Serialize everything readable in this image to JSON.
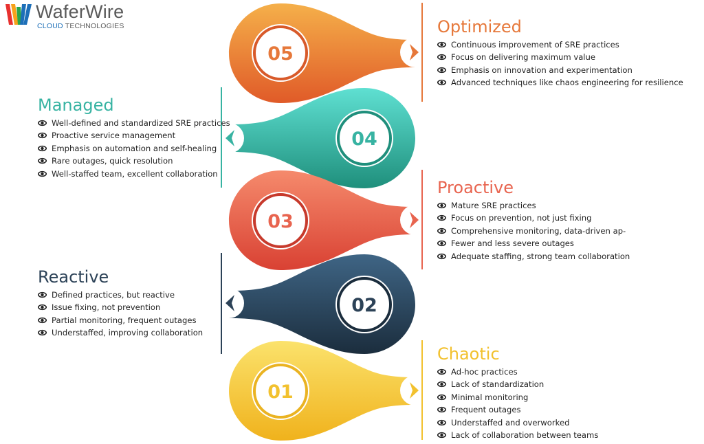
{
  "logo": {
    "name": "WaferWire",
    "sub_cloud": "CLOUD",
    "sub_tech": "TECHNOLOGIES",
    "colors": [
      "#e8312f",
      "#f6a21b",
      "#2aa74a",
      "#1d6fb8"
    ]
  },
  "stages": [
    {
      "number": "05",
      "title": "Optimized",
      "color": "#e6783a",
      "items": [
        "Continuous improvement of SRE practices",
        "Focus on delivering maximum value",
        "Emphasis on innovation and experimentation",
        "Advanced techniques like chaos engineering for resilience"
      ]
    },
    {
      "number": "04",
      "title": "Managed",
      "color": "#37b3a2",
      "items": [
        "Well-defined and standardized SRE practices",
        "Proactive service management",
        "Emphasis on automation and self-healing",
        "Rare outages, quick resolution",
        "Well-staffed team, excellent collaboration"
      ]
    },
    {
      "number": "03",
      "title": "Proactive",
      "color": "#e8644f",
      "items": [
        "Mature SRE practices",
        "Focus on prevention, not just fixing",
        "Comprehensive monitoring, data-driven ap-",
        "Fewer and less severe outages",
        "Adequate staffing, strong team collaboration"
      ]
    },
    {
      "number": "02",
      "title": "Reactive",
      "color": "#2c4257",
      "items": [
        "Defined practices, but reactive",
        "Issue fixing, not prevention",
        "Partial monitoring, frequent outages",
        "Understaffed, improving collaboration"
      ]
    },
    {
      "number": "01",
      "title": "Chaotic",
      "color": "#f2c12e",
      "items": [
        "Ad-hoc practices",
        "Lack of standardization",
        "Minimal monitoring",
        "Frequent outages",
        "Understaffed and overworked",
        "Lack of collaboration between teams"
      ]
    }
  ]
}
